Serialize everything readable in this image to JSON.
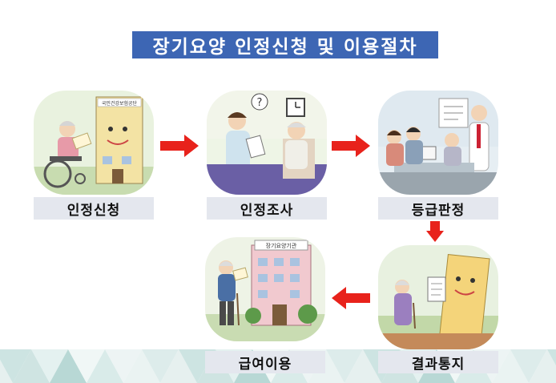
{
  "title": "장기요양 인정신청 및 이용절차",
  "steps": [
    {
      "label": "인정신청",
      "icon": "elderly-applying-at-office-illustration",
      "sign": "국민건강보험공단"
    },
    {
      "label": "인정조사",
      "icon": "nurse-interviewing-elderly-illustration"
    },
    {
      "label": "등급판정",
      "icon": "committee-meeting-illustration"
    },
    {
      "label": "결과통지",
      "icon": "building-delivering-notice-illustration"
    },
    {
      "label": "급여이용",
      "icon": "elderly-entering-care-facility-illustration",
      "sign": "장기요양기관"
    }
  ],
  "colors": {
    "title_bg": "#3d66b4",
    "label_bg": "#e4e7ee",
    "arrow": "#e8221b"
  }
}
